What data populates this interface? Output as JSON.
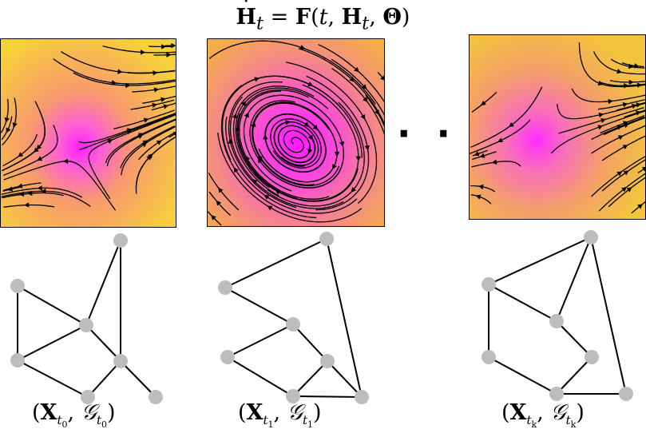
{
  "equation": {
    "lhs_symbol": "H",
    "lhs_sub": "t",
    "eq_sign": " = ",
    "F": "F",
    "args_open": "(",
    "t": "t",
    "comma1": ", ",
    "H": "H",
    "H_sub": "t",
    "comma2": ", ",
    "Theta": "Θ",
    "args_close": ")"
  },
  "ellipsis": "· · ·",
  "panels": [
    {
      "name": "flow-panel-t0",
      "colors": {
        "base": "#f3c53a",
        "center": "#ff2dff"
      }
    },
    {
      "name": "flow-panel-t1",
      "colors": {
        "base": "#f2a64a",
        "center": "#ff2dff"
      }
    },
    {
      "name": "flow-panel-tk",
      "colors": {
        "base": "#f1b545",
        "center": "#ff3ff0"
      }
    }
  ],
  "captions": [
    {
      "open": "(",
      "X": "X",
      "sub": "t",
      "subsub": "0",
      "comma": ", ",
      "G": "𝒢",
      "close": ")"
    },
    {
      "open": "(",
      "X": "X",
      "sub": "t",
      "subsub": "1",
      "comma": ", ",
      "G": "𝒢",
      "close": ")"
    },
    {
      "open": "(",
      "X": "X",
      "sub": "t",
      "subsub": "k",
      "comma": ", ",
      "G": "𝒢",
      "close": ")"
    }
  ],
  "node_color": "#bdbdbd",
  "edge_color": "#000000"
}
